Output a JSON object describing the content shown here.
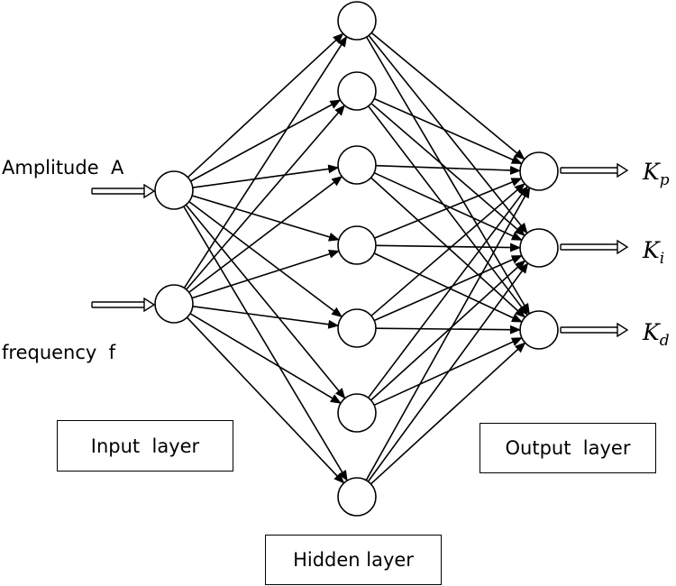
{
  "inputs": [
    {
      "label": "Amplitude  A"
    },
    {
      "label": "frequency  f"
    }
  ],
  "outputs": [
    {
      "symbol": "K",
      "subscript": "p"
    },
    {
      "symbol": "K",
      "subscript": "i"
    },
    {
      "symbol": "K",
      "subscript": "d"
    }
  ],
  "layers": {
    "input": "Input  layer",
    "hidden": "Hidden layer",
    "output": "Output  layer"
  },
  "network": {
    "input_nodes": 2,
    "hidden_nodes": 7,
    "output_nodes": 3
  }
}
